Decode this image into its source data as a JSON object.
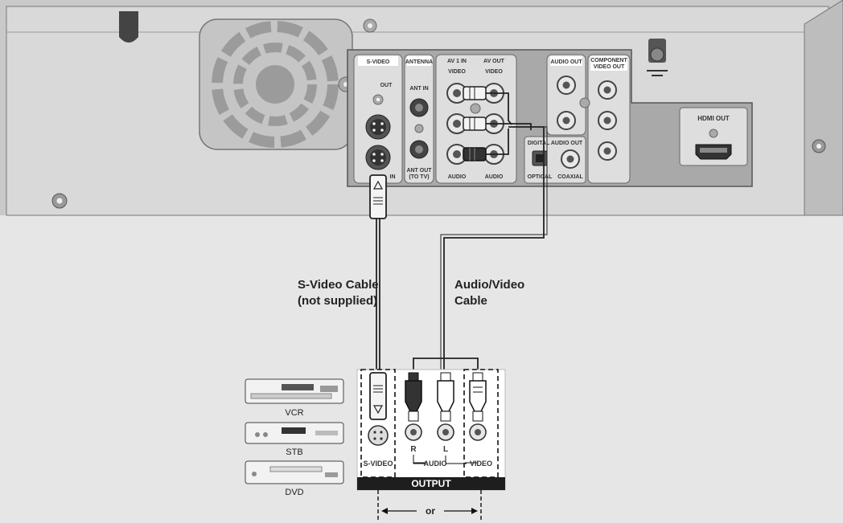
{
  "panel": {
    "s_video": "S-VIDEO",
    "out": "OUT",
    "in": "IN",
    "antenna": "ANTENNA",
    "ant_in": "ANT IN",
    "ant_out": "ANT OUT",
    "to_tv": "(TO TV)",
    "av1_in": "AV 1 IN",
    "av_out": "AV OUT",
    "video_left": "VIDEO",
    "video_right": "VIDEO",
    "audio_left": "AUDIO",
    "audio_right": "AUDIO",
    "audio_out": "AUDIO OUT",
    "component_1": "COMPONENT",
    "component_2": "VIDEO OUT",
    "digital_audio_out": "DIGITAL AUDIO OUT",
    "optical": "OPTICAL",
    "coaxial": "COAXIAL",
    "hdmi_out": "HDMI OUT"
  },
  "cables": {
    "svideo_line1": "S-Video Cable",
    "svideo_line2": "(not supplied)",
    "av_line1": "Audio/Video",
    "av_line2": "Cable"
  },
  "devices": {
    "vcr": "VCR",
    "stb": "STB",
    "dvd": "DVD"
  },
  "output_box": {
    "r": "R",
    "l": "L",
    "audio": "AUDIO",
    "s_video": "S-VIDEO",
    "video": "VIDEO",
    "output": "OUTPUT",
    "or": "or"
  }
}
